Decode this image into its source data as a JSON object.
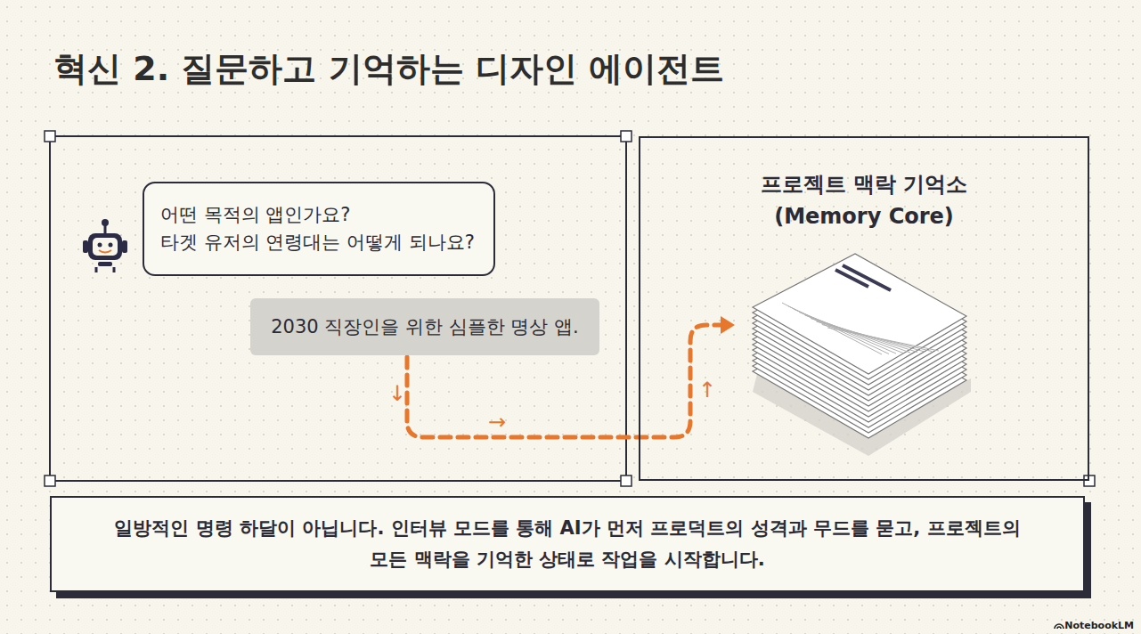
{
  "diagram": {
    "title": "혁신 2. 질문하고 기억하는 디자인 에이전트",
    "nodes": [
      {
        "text": [
          "어떤 목적의 앱인가요?",
          "타겟 유저의 연령대는 어떻게 되나요?"
        ]
      },
      {
        "text": [
          "2030 직장인을 위한 심플한 명상 앱."
        ]
      },
      {
        "text": [
          "프로젝트 맥락 기억소 (Memory Core)"
        ]
      },
      {
        "text": [
          "일방적인 명령 하달이 아닙니다. 인터뷰 모드를 통해 AI가 먼저 프로덕트의 성격과 무드를 묻고, 프로젝트의 모든 맥락을 기억한 상태로 작업을 시작합니다."
        ]
      }
    ],
    "edges": [
      {
        "from": 1,
        "to": 2,
        "arrow": "to"
      }
    ],
    "labels": [
      "↓",
      "→",
      "↑",
      "NotebookLM"
    ]
  }
}
